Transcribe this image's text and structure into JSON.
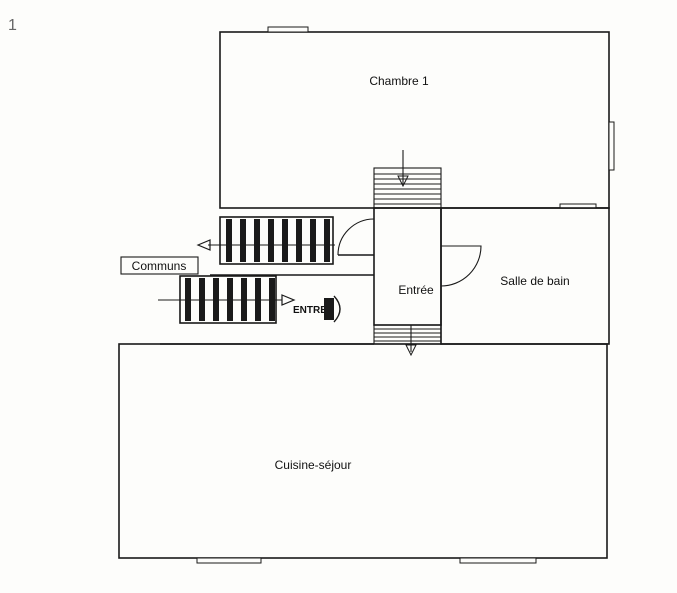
{
  "corner_mark": "1",
  "rooms": {
    "chambre": "Chambre 1",
    "salle_de_bain": "Salle de bain",
    "entree": "Entrée",
    "cuisine": "Cuisine-séjour"
  },
  "communs": "Communs",
  "entrance_label": "ENTREE",
  "colors": {
    "ink": "#1a1a1a",
    "paper": "#fdfdfb"
  }
}
